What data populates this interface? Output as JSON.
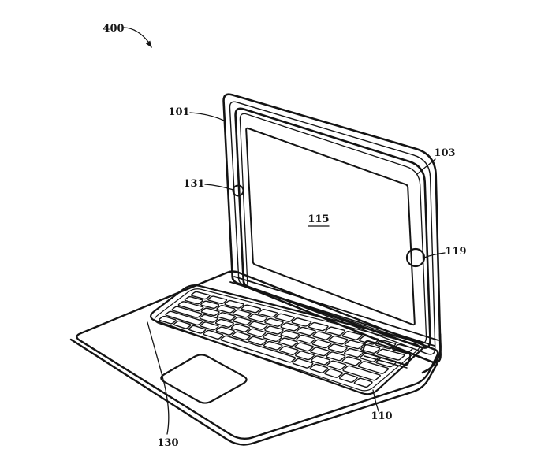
{
  "figure": {
    "background": "#ffffff",
    "line_color": "#141414"
  },
  "labels": {
    "fig_ref": {
      "text": "400"
    },
    "lid": {
      "text": "101"
    },
    "camera": {
      "text": "131"
    },
    "display_edge": {
      "text": "103"
    },
    "screen": {
      "text": "115",
      "underlined": true
    },
    "home_button": {
      "text": "119"
    },
    "keyboard": {
      "text": "110"
    },
    "trackpad": {
      "text": "130"
    }
  }
}
